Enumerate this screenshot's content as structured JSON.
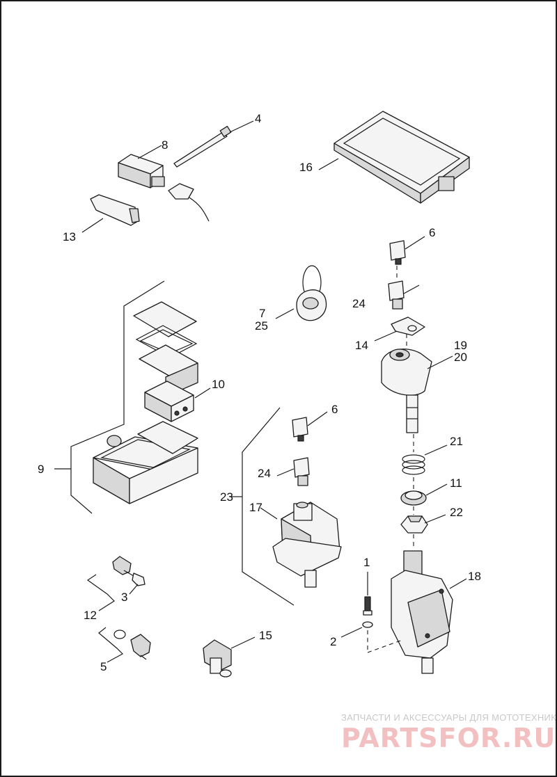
{
  "diagram": {
    "callouts": {
      "n1": "1",
      "n2": "2",
      "n3": "3",
      "n4": "4",
      "n5": "5",
      "n6a": "6",
      "n6b": "6",
      "n7": "7",
      "n8": "8",
      "n9": "9",
      "n10": "10",
      "n11": "11",
      "n12": "12",
      "n13": "13",
      "n14": "14",
      "n15": "15",
      "n16": "16",
      "n17": "17",
      "n18": "18",
      "n19": "19",
      "n20": "20",
      "n21": "21",
      "n22": "22",
      "n23": "23",
      "n24a": "24",
      "n24b": "24",
      "n25": "25"
    }
  },
  "watermark": {
    "line1": "ЗАПЧАСТИ И АКСЕССУАРЫ ДЛЯ МОТОТЕХНИКИ",
    "line2": "PARTSFOR.RU"
  }
}
